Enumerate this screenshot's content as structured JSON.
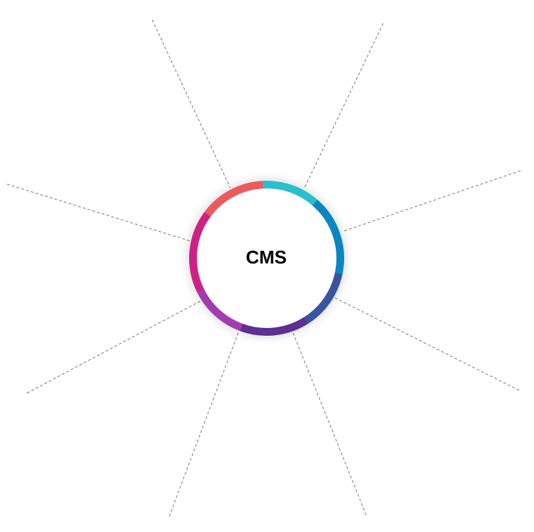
{
  "hub": {
    "label": "CMS"
  },
  "spokes": 8,
  "ring_segments": [
    {
      "name": "coral",
      "color": "#ec5a5c"
    },
    {
      "name": "teal",
      "color": "#2bbfcd"
    },
    {
      "name": "blue",
      "color": "#0a86c0"
    },
    {
      "name": "indigo",
      "color": "#3a55a0"
    },
    {
      "name": "purple",
      "color": "#5b3091"
    },
    {
      "name": "violet",
      "color": "#a33cae"
    },
    {
      "name": "magenta",
      "color": "#cf2184"
    }
  ]
}
